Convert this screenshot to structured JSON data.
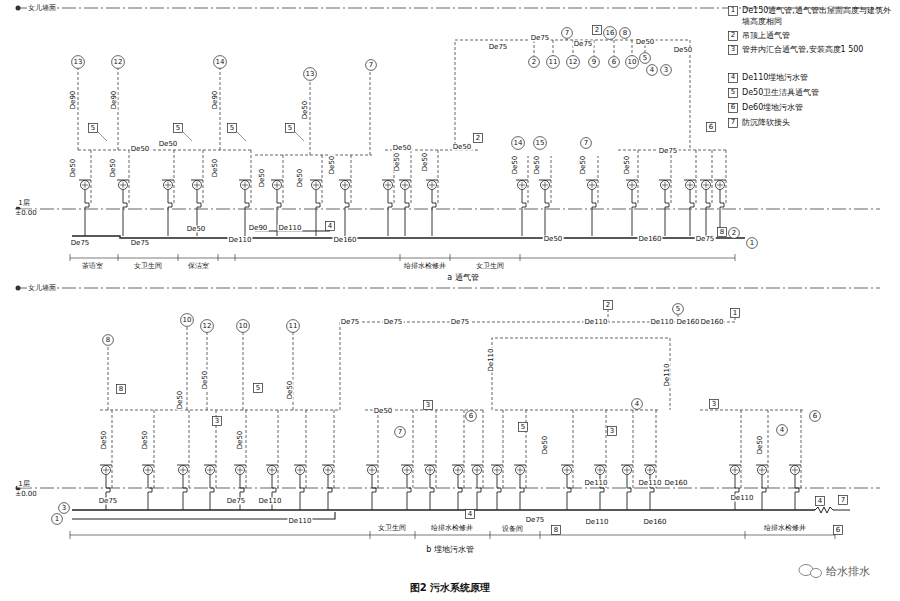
{
  "diagram": {
    "caption": "图2 污水系统原理",
    "nodes": [
      {
        "text": [
          "13"
        ]
      },
      {
        "text": [
          "12"
        ]
      },
      {
        "text": [
          "14"
        ]
      },
      {
        "text": [
          "13"
        ]
      },
      {
        "text": [
          "7"
        ]
      },
      {
        "text": [
          "7"
        ]
      },
      {
        "text": [
          "2"
        ]
      },
      {
        "text": [
          "16"
        ]
      },
      {
        "text": [
          "8"
        ]
      },
      {
        "text": [
          "2"
        ]
      },
      {
        "text": [
          "11"
        ]
      },
      {
        "text": [
          "12"
        ]
      },
      {
        "text": [
          "9"
        ]
      },
      {
        "text": [
          "6"
        ]
      },
      {
        "text": [
          "10"
        ]
      },
      {
        "text": [
          "5"
        ]
      },
      {
        "text": [
          "4"
        ]
      },
      {
        "text": [
          "3"
        ]
      },
      {
        "text": [
          "5"
        ]
      },
      {
        "text": [
          "5"
        ]
      },
      {
        "text": [
          "5"
        ]
      },
      {
        "text": [
          "5"
        ]
      },
      {
        "text": [
          "2"
        ]
      },
      {
        "text": [
          "14"
        ]
      },
      {
        "text": [
          "15"
        ]
      },
      {
        "text": [
          "7"
        ]
      },
      {
        "text": [
          "6"
        ]
      },
      {
        "text": [
          "4"
        ]
      },
      {
        "text": [
          "8"
        ]
      },
      {
        "text": [
          "2"
        ]
      },
      {
        "text": [
          "1"
        ]
      },
      {
        "text": [
          "1"
        ]
      },
      {
        "text": [
          "2"
        ]
      },
      {
        "text": [
          "3"
        ]
      },
      {
        "text": [
          "4"
        ]
      },
      {
        "text": [
          "5"
        ]
      },
      {
        "text": [
          "6"
        ]
      },
      {
        "text": [
          "7"
        ]
      },
      {
        "text": [
          "8"
        ]
      },
      {
        "text": [
          "10"
        ]
      },
      {
        "text": [
          "12"
        ]
      },
      {
        "text": [
          "10"
        ]
      },
      {
        "text": [
          "11"
        ]
      },
      {
        "text": [
          "2"
        ]
      },
      {
        "text": [
          "5"
        ]
      },
      {
        "text": [
          "1"
        ]
      },
      {
        "text": [
          "8"
        ]
      },
      {
        "text": [
          "3"
        ]
      },
      {
        "text": [
          "5"
        ]
      },
      {
        "text": [
          "3"
        ]
      },
      {
        "text": [
          "7"
        ]
      },
      {
        "text": [
          "6"
        ]
      },
      {
        "text": [
          "5"
        ]
      },
      {
        "text": [
          "3"
        ]
      },
      {
        "text": [
          "4"
        ]
      },
      {
        "text": [
          "3"
        ]
      },
      {
        "text": [
          "4"
        ]
      },
      {
        "text": [
          "6"
        ]
      },
      {
        "text": [
          "3"
        ]
      },
      {
        "text": [
          "1"
        ]
      },
      {
        "text": [
          "8"
        ]
      },
      {
        "text": [
          "4"
        ]
      },
      {
        "text": [
          "4"
        ]
      },
      {
        "text": [
          "7"
        ]
      },
      {
        "text": [
          "6"
        ]
      }
    ],
    "labels": [
      "女儿墙面",
      "1层",
      "±0.00",
      "De90",
      "De50",
      "De90",
      "De50",
      "De90",
      "De50",
      "De50",
      "De50",
      "De50",
      "De50",
      "De50",
      "De50",
      "De50",
      "De50",
      "De50",
      "De50",
      "De50",
      "De50",
      "De50",
      "De50",
      "De75",
      "De75",
      "De75",
      "De75",
      "De50",
      "De50",
      "De75",
      "De75",
      "De50",
      "De110",
      "De90",
      "De110",
      "De160",
      "De50",
      "De160",
      "De75",
      "茶语室",
      "女卫生间",
      "保洁室",
      "给排水检修井",
      "女卫生间",
      "a 通气管",
      "女儿墙面",
      "1层",
      "±0.00",
      "De75",
      "De75",
      "De75",
      "De110",
      "De110",
      "De160",
      "De160",
      "De50",
      "De50",
      "De50",
      "De50",
      "De50",
      "De50",
      "De50",
      "De110",
      "De110",
      "De50",
      "De50",
      "De75",
      "De75",
      "De110",
      "De110",
      "De75",
      "De110",
      "De160",
      "De110",
      "De110",
      "De110",
      "De160",
      "女卫生间",
      "给排水检修井",
      "设备间",
      "给排水检修井",
      "b 埋地污水管",
      "给水排水"
    ],
    "legend": [
      {
        "text": "De150通气管,通气管出屋面高度与建筑外墙高度相同"
      },
      {
        "text": "吊顶上通气管"
      },
      {
        "text": "管井内汇合通气管,安装高度1 500"
      },
      {
        "text": "De110埋地污水管"
      },
      {
        "text": "De50卫生洁具通气管"
      },
      {
        "text": "De60埋地污水管"
      },
      {
        "text": "防沉降软接头"
      }
    ]
  }
}
